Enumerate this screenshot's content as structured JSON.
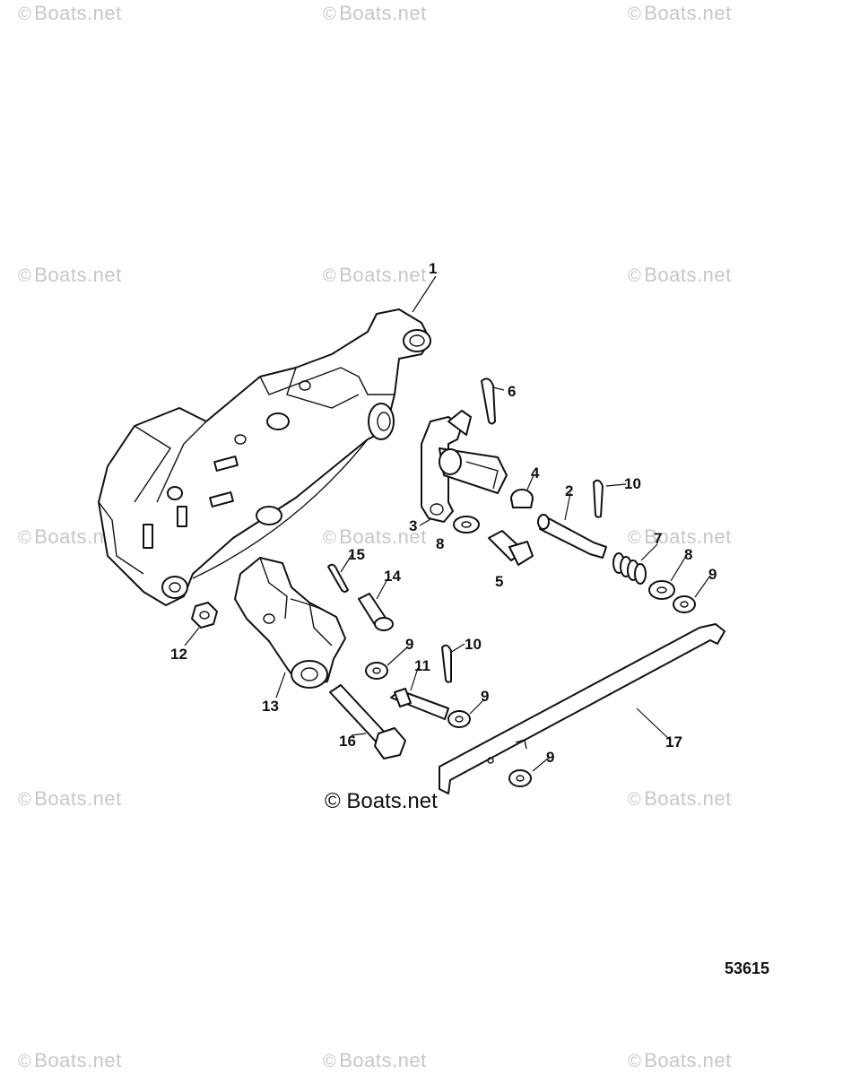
{
  "watermark": "Boats.net",
  "copyright_symbol": "©",
  "copyright_text": "Boats.net",
  "diagram_number": "53615",
  "callouts": [
    "1",
    "2",
    "3",
    "4",
    "5",
    "6",
    "7",
    "8",
    "8",
    "9",
    "9",
    "9",
    "9",
    "10",
    "10",
    "11",
    "12",
    "13",
    "14",
    "15",
    "16",
    "17"
  ]
}
